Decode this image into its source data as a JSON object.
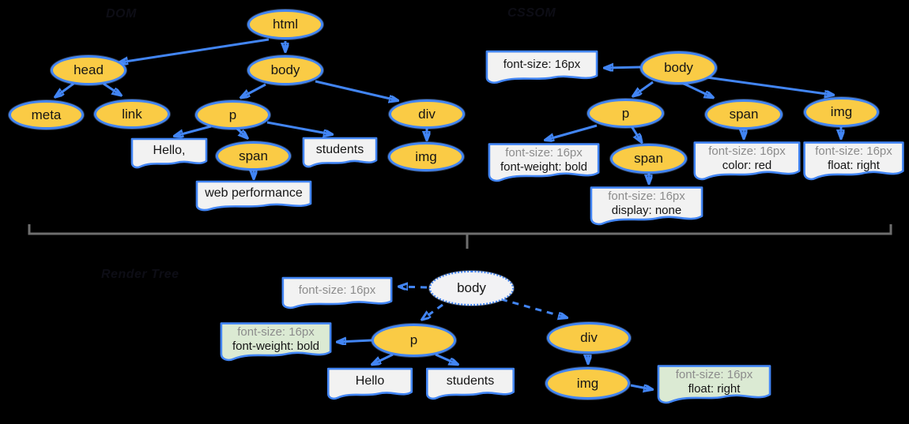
{
  "labels": {
    "dom": "DOM",
    "cssom": "CSSOM",
    "render": "Render Tree"
  },
  "dom_tree": {
    "nodes": {
      "html": "html",
      "head": "head",
      "body": "body",
      "meta": "meta",
      "link": "link",
      "p": "p",
      "div": "div",
      "span": "span",
      "img": "img"
    },
    "text_nodes": {
      "hello": "Hello,",
      "students": "students",
      "web_performance": "web performance"
    }
  },
  "cssom_tree": {
    "nodes": {
      "body": "body",
      "p": "p",
      "span": "span",
      "img": "img",
      "span_in_p": "span"
    },
    "rules": {
      "body": [
        "font-size: 16px"
      ],
      "p": [
        "font-size: 16px",
        "font-weight: bold"
      ],
      "span": [
        "font-size: 16px",
        "color: red"
      ],
      "img": [
        "font-size: 16px",
        "float: right"
      ],
      "span_in_p": [
        "font-size: 16px",
        "display: none"
      ]
    }
  },
  "render_tree": {
    "nodes": {
      "body": "body",
      "p": "p",
      "div": "div",
      "img": "img"
    },
    "text_nodes": {
      "hello": "Hello",
      "students": "students"
    },
    "styles": {
      "body": [
        "font-size: 16px"
      ],
      "p": [
        "font-size: 16px",
        "font-weight: bold"
      ],
      "img": [
        "font-size: 16px",
        "float: right"
      ]
    }
  },
  "colors": {
    "background": "#000000",
    "node_fill": "#FACB45",
    "node_stroke": "#4285F4",
    "arrow": "#4285F4",
    "flag_fill": "#F2F2F2",
    "flag_green_fill": "#DBEAD3",
    "render_body_fill": "#F2F2F4",
    "muted_text": "#8C8C8C",
    "dark_text": "#151515",
    "brace": "#6E6E6E"
  }
}
